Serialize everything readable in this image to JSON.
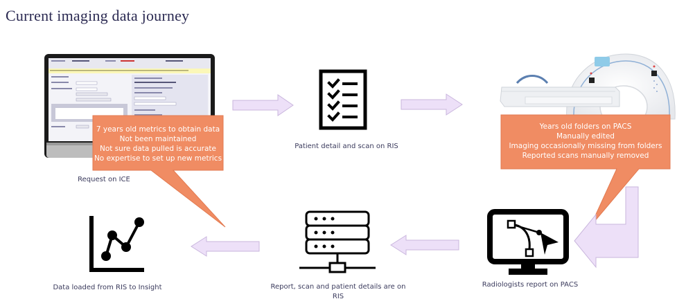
{
  "title": "Current imaging data journey",
  "steps": [
    {
      "id": "ice",
      "label": "Request on ICE",
      "icon": "computer-screen-icon"
    },
    {
      "id": "ris-checklist",
      "label": "Patient detail and scan on RIS",
      "icon": "checklist-icon"
    },
    {
      "id": "ct-scanner",
      "label": "",
      "icon": "ct-scanner-image"
    },
    {
      "id": "pacs-report",
      "label": "Radiologists report on PACS",
      "icon": "monitor-bezier-icon"
    },
    {
      "id": "ris-server",
      "label": "Report, scan and patient details are on RIS",
      "icon": "server-network-icon"
    },
    {
      "id": "insight",
      "label": "Data loaded from RIS to Insight",
      "icon": "line-chart-icon"
    }
  ],
  "callouts": {
    "ice": {
      "lines": [
        "7 years old metrics to obtain data",
        "Not been maintained",
        "Not sure data pulled is accurate",
        "No expertise to set up new metrics"
      ]
    },
    "pacs": {
      "lines": [
        "Years old folders on PACS",
        "Manually edited",
        "Imaging occasionally missing from folders",
        "Reported scans manually removed"
      ]
    }
  },
  "colors": {
    "title": "#2b2a52",
    "callout_fill": "#f08c63",
    "callout_stroke": "#e27a50",
    "arrow_fill": "#ede0f8",
    "arrow_stroke": "#c9b6dd",
    "label_text": "#3a3a5c"
  }
}
